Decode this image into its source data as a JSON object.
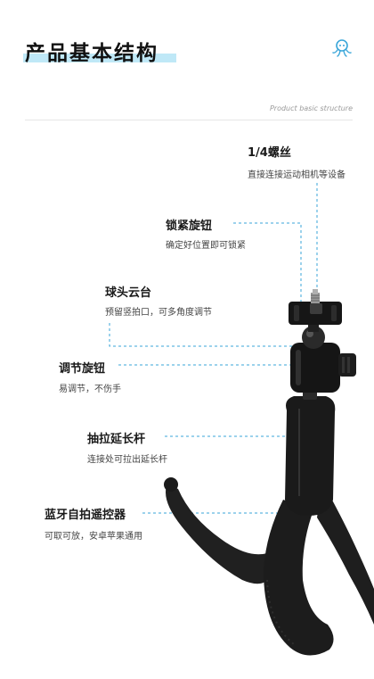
{
  "header": {
    "title": "产品基本结构",
    "subtitle": "Product basic structure",
    "logo_icon": "octopus-logo-icon"
  },
  "features": [
    {
      "title": "1/4螺丝",
      "desc": "直接连接运动相机等设备"
    },
    {
      "title": "锁紧旋钮",
      "desc": "确定好位置即可锁紧"
    },
    {
      "title": "球头云台",
      "desc": "预留竖拍口，可多角度调节"
    },
    {
      "title": "调节旋钮",
      "desc": "易调节，不伤手"
    },
    {
      "title": "抽拉延长杆",
      "desc": "连接处可拉出延长杆"
    },
    {
      "title": "蓝牙自拍遥控器",
      "desc": "可取可放，安卓苹果通用"
    }
  ],
  "colors": {
    "accent": "#3aa6d9",
    "underline": "#bfe8f7",
    "product": "#1b1b1b"
  }
}
